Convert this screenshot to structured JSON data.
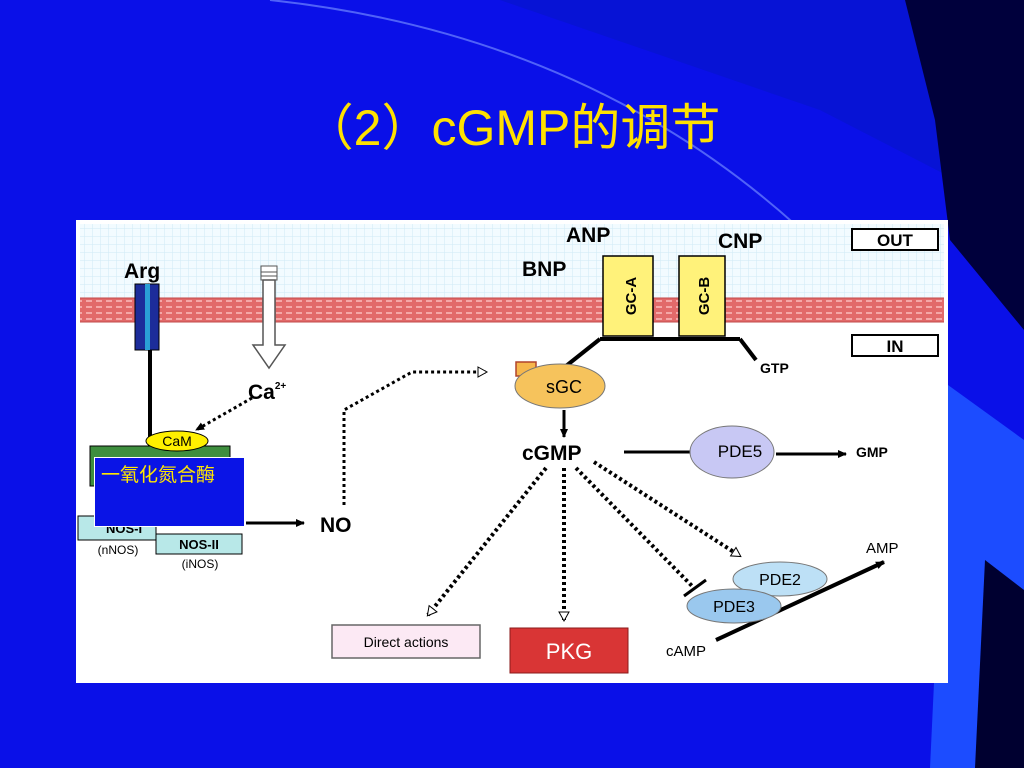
{
  "slide": {
    "title": "（2）cGMP的调节",
    "colors": {
      "background": "#0A10E8",
      "title": "#FFE100",
      "dark_band": "#00003C",
      "accent_band": "#1C4CFF"
    }
  },
  "diagram": {
    "outside_label": "OUT",
    "inside_label": "IN",
    "ligands": {
      "anp": "ANP",
      "cnp": "CNP",
      "bnp": "BNP",
      "arg": "Arg"
    },
    "receptors": {
      "gc_a": "GC-A",
      "gc_b": "GC-B"
    },
    "calcium": {
      "label": "Ca",
      "superscript": "2+"
    },
    "nodes": {
      "cam": "CaM",
      "sgc": "sGC",
      "cgmp": "cGMP",
      "gtp": "GTP",
      "pde5": "PDE5",
      "gmp": "GMP",
      "no": "NO",
      "pde2": "PDE2",
      "pde3": "PDE3",
      "amp": "AMP",
      "camp": "cAMP"
    },
    "nos_isoforms": [
      {
        "name": "NOS-I",
        "sub": "(nNOS)"
      },
      {
        "name": "NOS-II",
        "sub": "(iNOS)"
      }
    ],
    "targets": {
      "direct": "Direct actions",
      "pkg": "PKG"
    },
    "callout": "一氧化氮合酶"
  }
}
